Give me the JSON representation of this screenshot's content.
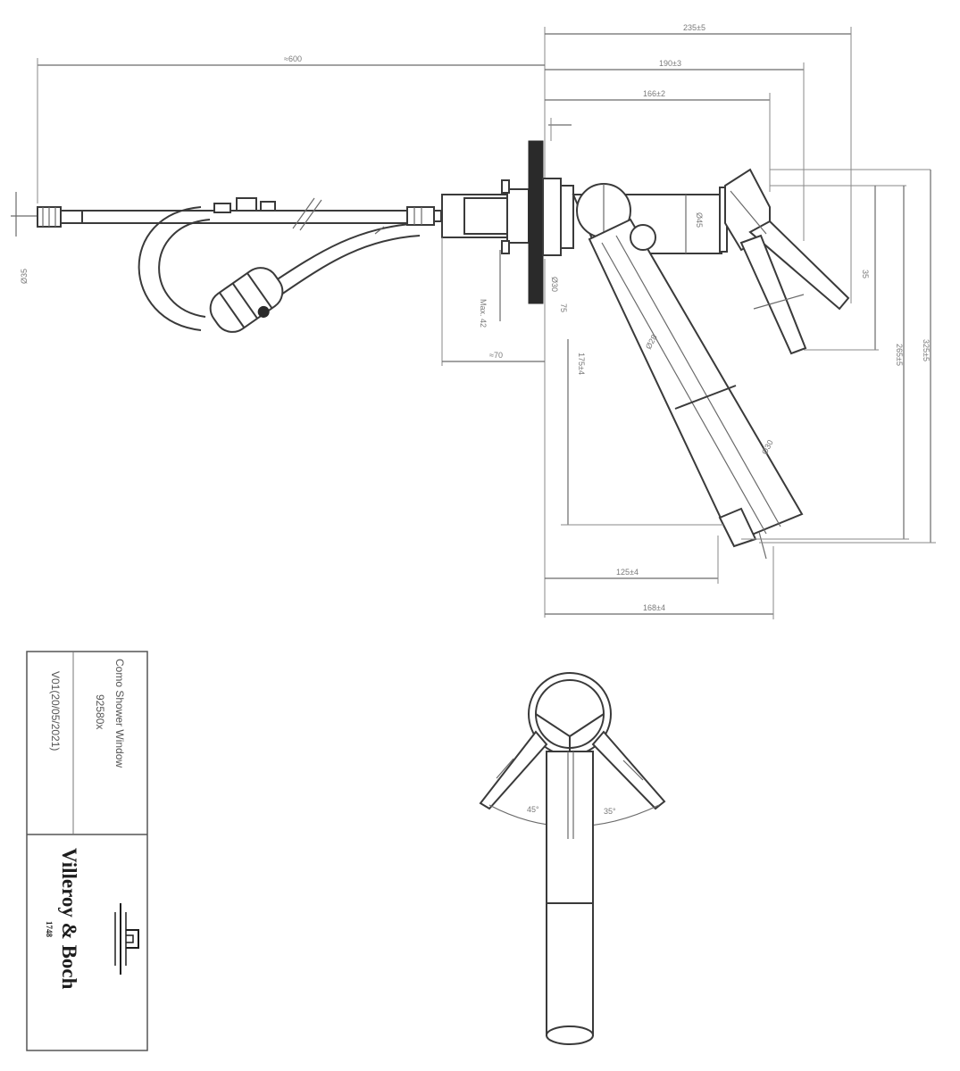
{
  "dimensions": {
    "d_top": "235±5",
    "d_mid1": "190±3",
    "d_mid2": "166±2",
    "d_hose": "≈600",
    "d_left_small": "Ø35",
    "d_max_thick": "Max. 42",
    "d_hole": "Ø30",
    "d_recess": "≈70",
    "d_vert_spout": "175±4",
    "d_spout_dia": "Ø45",
    "d_spout_upper": "Ø28",
    "d_spout_lower": "Ø30",
    "d_lever": "35",
    "d_height_small": "75",
    "d_height_mid": "265±5",
    "d_height_total": "325±5",
    "d_bottom1": "125±4",
    "d_bottom2": "168±4",
    "angle_left": "45°",
    "angle_right": "35°"
  },
  "title_block": {
    "product_name": "Como Shower Window",
    "article_no": "92580x",
    "version": "V01(20/05/2021)",
    "brand": "Villeroy & Boch",
    "year": "1748"
  }
}
